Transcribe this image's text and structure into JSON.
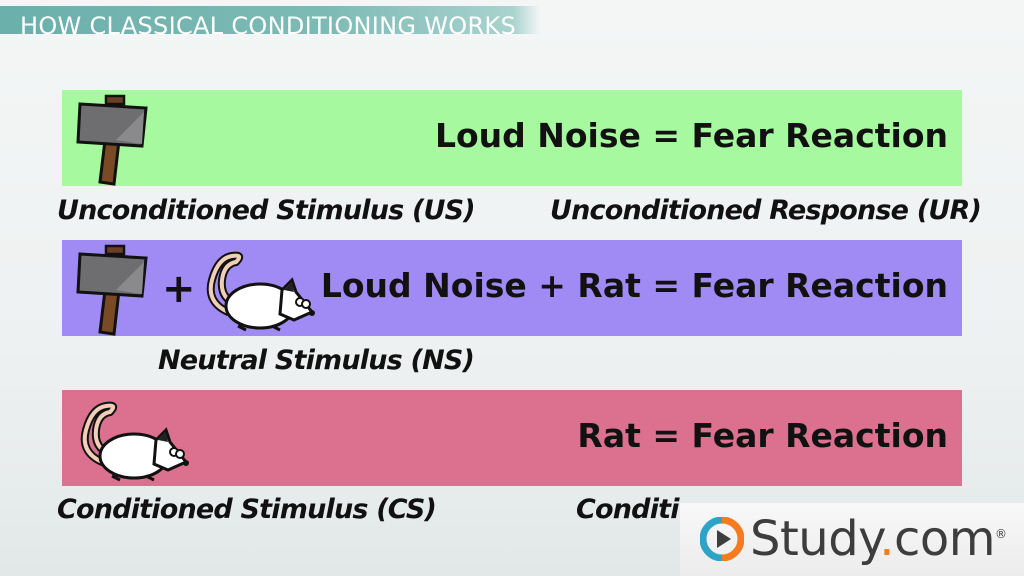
{
  "header": {
    "title": "HOW CLASSICAL CONDITIONING WORKS"
  },
  "rows": [
    {
      "color": "#a6f99e",
      "equation": "Loud Noise = Fear Reaction",
      "icons": [
        "hammer-icon"
      ],
      "left_label": "Unconditioned Stimulus (US)",
      "right_label": "Unconditioned Response (UR)"
    },
    {
      "color": "#a08af3",
      "equation": "Loud Noise + Rat = Fear Reaction",
      "icons": [
        "hammer-icon",
        "plus",
        "rat-icon"
      ],
      "plus": "+",
      "left_label": "Neutral Stimulus (NS)"
    },
    {
      "color": "#db718e",
      "equation": "Rat = Fear Reaction",
      "icons": [
        "rat-icon"
      ],
      "left_label": "Conditioned Stimulus (CS)",
      "right_label_partial": "Conditi"
    }
  ],
  "watermark": {
    "brand": "Study",
    "dot": ".",
    "tld": "com",
    "registered": "®"
  }
}
